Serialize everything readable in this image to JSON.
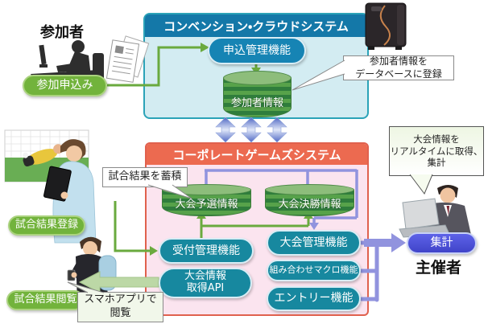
{
  "actors": {
    "participant": "参加者",
    "organizer": "主催者"
  },
  "top_system": {
    "title": "コンベンション・クラウドシステム",
    "app_mgmt": "申込管理機能",
    "participant_db": "参加者情報"
  },
  "bottom_system": {
    "title": "コーポレートゲームズシステム",
    "qualifier_db": "大会予選情報",
    "final_db": "大会決勝情報",
    "reception": "受付管理機能",
    "info_api": "大会情報\n取得API",
    "tournament_mgmt": "大会管理機能",
    "matching_macro": "組み合わせマクロ機能",
    "entry": "エントリー機能"
  },
  "actions": {
    "apply": "参加申込み",
    "register_result": "試合結果登録",
    "view_result": "試合結果閲覧",
    "aggregate": "集計"
  },
  "callouts": {
    "register_db": "参加者情報を\nデータベースに登録",
    "accumulate": "試合結果を蓄積",
    "realtime": "大会情報を\nリアルタイムに取得、\n集計",
    "smartphone": "スマホアプリで\n閲覧"
  },
  "icons": {
    "server-icon": "rack server tower",
    "documents-icon": "application forms",
    "participant-at-desk-icon": "person at computer silhouette",
    "goalkeeper-photo": "soccer goalkeeper diving",
    "tablet-user-icon": "person entering results on tablet",
    "smartphone-user-icon": "person viewing smartphone with backpack",
    "organizer-at-laptop-icon": "businessman with laptop"
  },
  "colors": {
    "top_header": "#1478a8",
    "top_box_bg": "#d3ecf2",
    "top_box_border": "#2ba3b8",
    "bottom_header": "#ec6a50",
    "bottom_box_bg": "#fbe4ef",
    "bottom_box_border": "#e0614e",
    "green_pill": "#72b33c",
    "blue_pill": "#1684b4",
    "teal_pill": "#17889f",
    "aggregate_pill": "#4b4fd9",
    "green_arrow": "#6aaa3e",
    "purple_connector": "#9193de",
    "pale_green_arrow": "#bcd8a6",
    "cylinder_green": "#57a24a",
    "blue_sync_arrow": "#4f68c4"
  }
}
